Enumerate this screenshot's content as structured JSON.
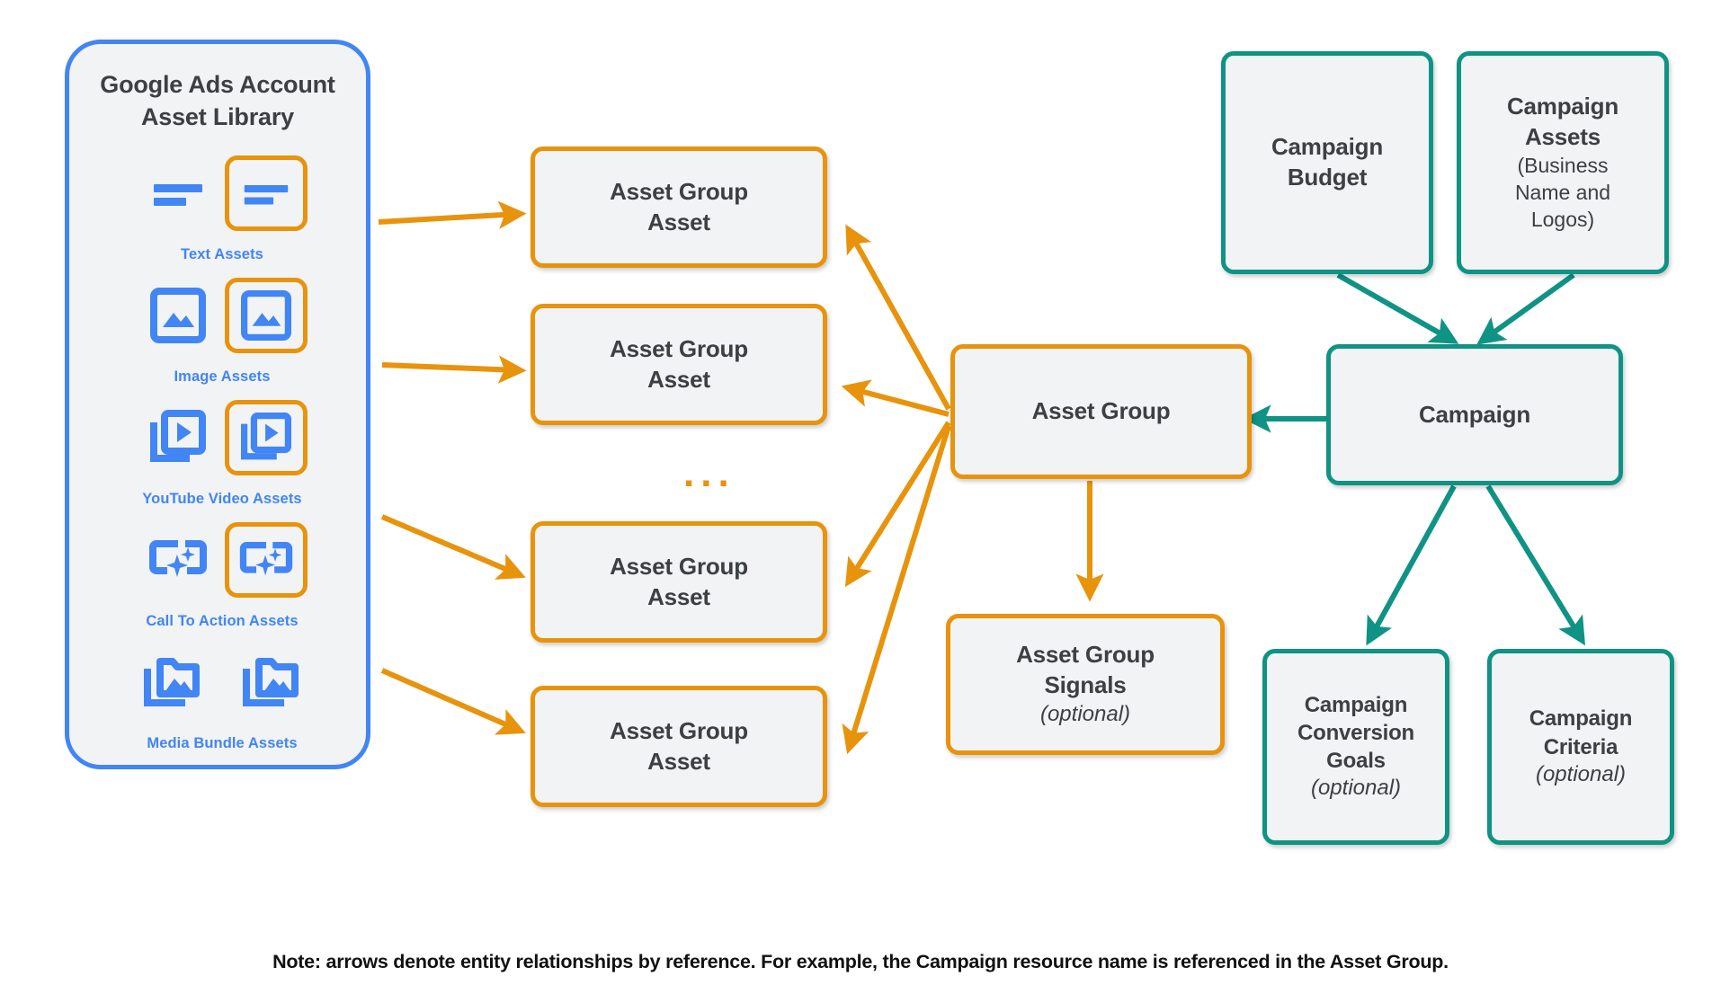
{
  "library": {
    "title_line1": "Google Ads Account",
    "title_line2": "Asset Library",
    "border_color": "#4285f4",
    "fill_color": "#f1f3f4",
    "assets": [
      {
        "label": "Text Assets",
        "icon": "text-asset-icon",
        "selected_highlight": true
      },
      {
        "label": "Image Assets",
        "icon": "image-asset-icon",
        "selected_highlight": true
      },
      {
        "label": "YouTube Video  Assets",
        "icon": "video-asset-icon",
        "selected_highlight": true
      },
      {
        "label": "Call To Action Assets",
        "icon": "call-to-action-icon",
        "selected_highlight": true
      },
      {
        "label": "Media Bundle  Assets",
        "icon": "media-bundle-asset-icon",
        "selected_highlight": false
      }
    ]
  },
  "asset_group_assets": [
    {
      "line1": "Asset Group",
      "line2": "Asset"
    },
    {
      "line1": "Asset Group",
      "line2": "Asset"
    },
    {
      "line1": "Asset Group",
      "line2": "Asset"
    },
    {
      "line1": "Asset Group",
      "line2": "Asset"
    }
  ],
  "ellipsis": "...",
  "nodes": {
    "asset_group": {
      "label": "Asset Group",
      "color": "#e8930c"
    },
    "asset_group_signals": {
      "line1": "Asset Group",
      "line2": "Signals",
      "note": "(optional)",
      "color": "#e8930c"
    },
    "campaign": {
      "label": "Campaign",
      "color": "#0f9384"
    },
    "campaign_budget": {
      "line1": "Campaign",
      "line2": "Budget",
      "color": "#0f9384"
    },
    "campaign_assets": {
      "line1": "Campaign",
      "line2": "Assets",
      "note1": "(Business",
      "note2": "Name and",
      "note3": "Logos)",
      "color": "#0f9384"
    },
    "campaign_conversion_goals": {
      "line1": "Campaign",
      "line2": "Conversion",
      "line3": "Goals",
      "note": "(optional)",
      "color": "#0f9384"
    },
    "campaign_criteria": {
      "line1": "Campaign",
      "line2": "Criteria",
      "note": "(optional)",
      "color": "#0f9384"
    }
  },
  "footnote": "Note: arrows denote entity relationships by reference. For example, the Campaign resource name is referenced in the Asset Group.",
  "colors": {
    "orange": "#e8930c",
    "teal": "#0f9384",
    "blue": "#4285f4",
    "box_fill": "#f1f3f4",
    "text": "#3c4043"
  }
}
